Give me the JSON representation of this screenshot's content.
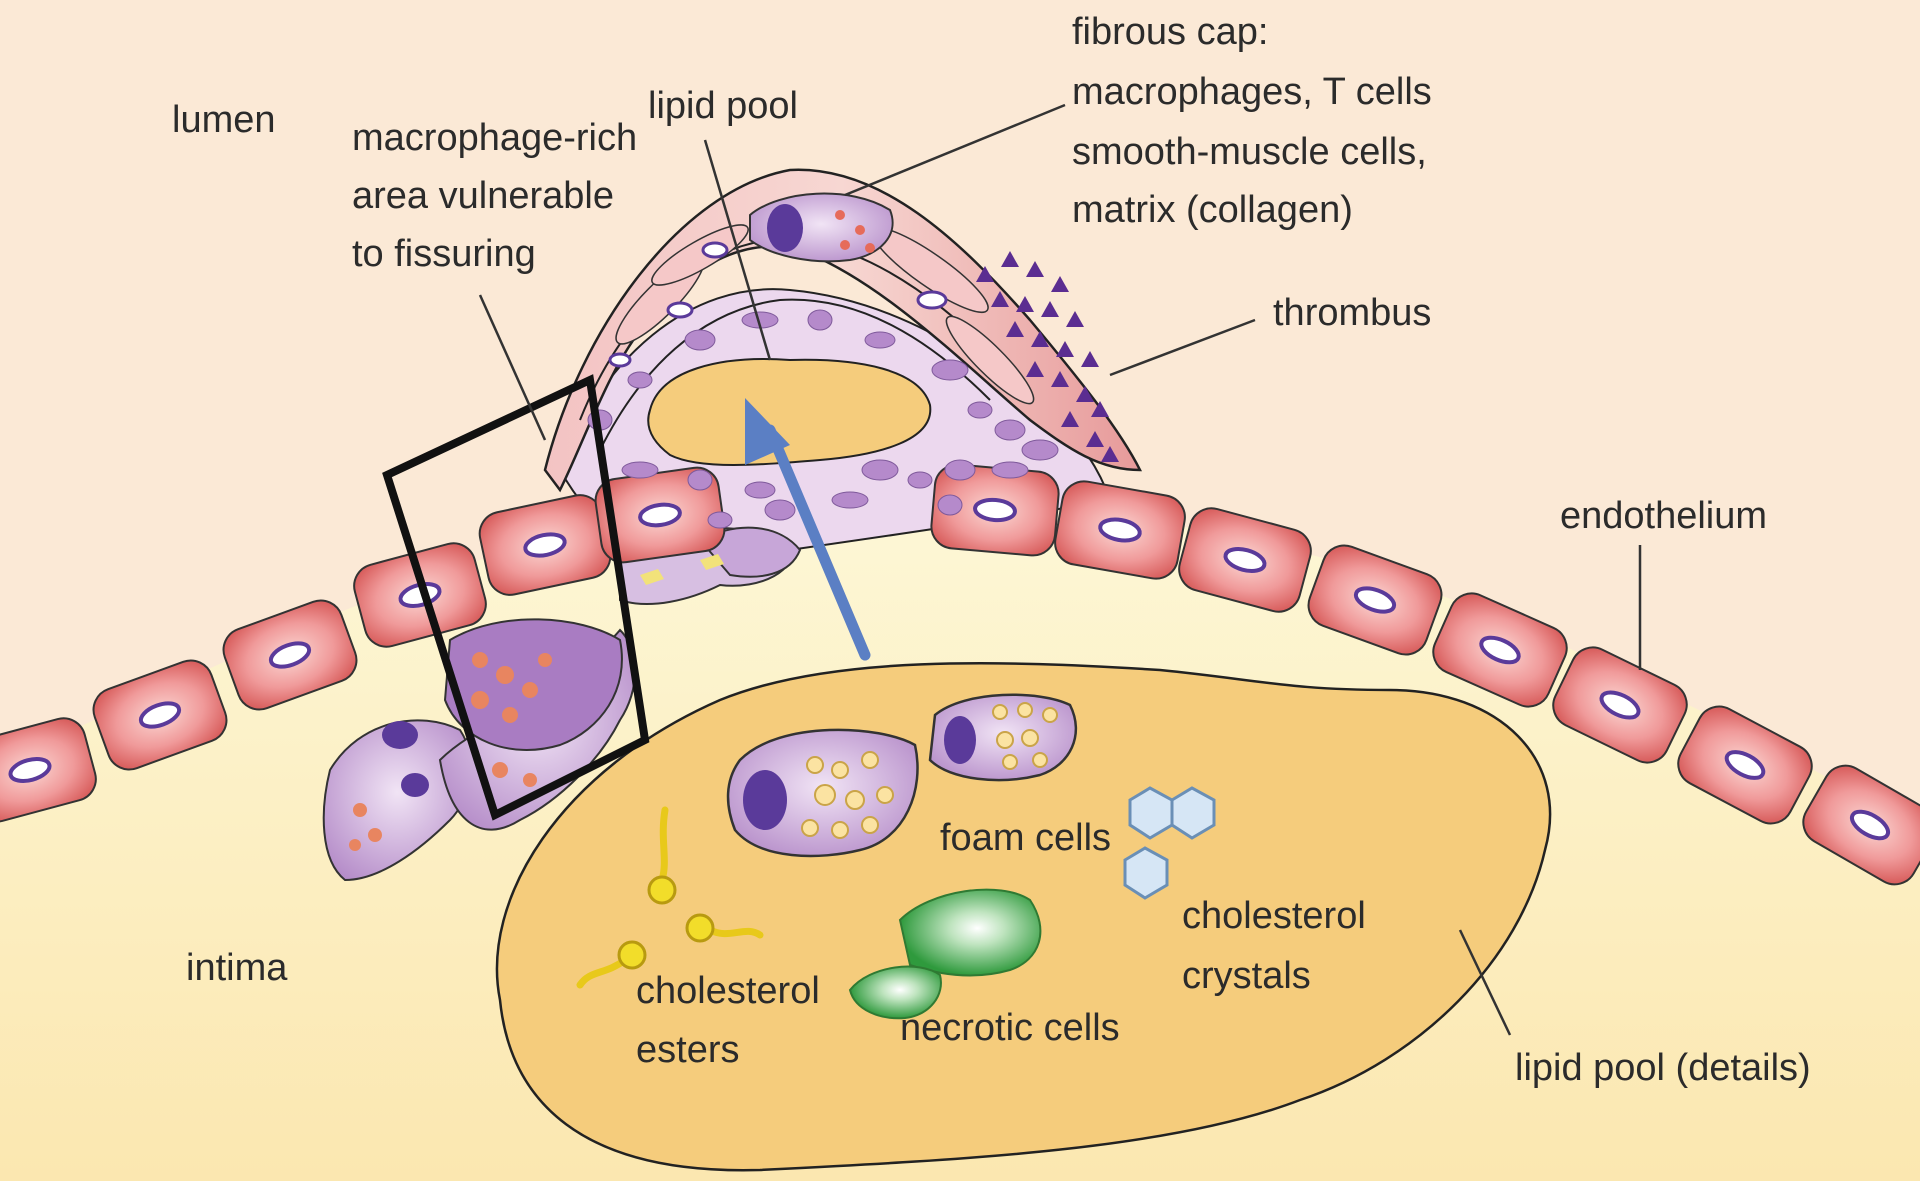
{
  "labels": {
    "lumen": "lumen",
    "macrophage_rich": [
      "macrophage-rich",
      "area vulnerable",
      "to fissuring"
    ],
    "lipid_pool": "lipid pool",
    "fibrous_cap": [
      "fibrous cap:",
      "macrophages, T cells",
      "smooth-muscle cells,",
      "matrix (collagen)"
    ],
    "thrombus": "thrombus",
    "endothelium": "endothelium",
    "foam_cells": "foam cells",
    "cholesterol_crystals": [
      "cholesterol",
      "crystals"
    ],
    "cholesterol_esters": [
      "cholesterol",
      "esters"
    ],
    "necrotic_cells": "necrotic cells",
    "intima": "intima",
    "lipid_pool_details": "lipid pool (details)"
  },
  "colors": {
    "lumen": "#fbe9d6",
    "intima": "#fdf3c4",
    "endothelial_cell": "#e87e82",
    "lipid": "#f5cc7c",
    "macrophage": "#c9a3d6",
    "nucleus": "#5a3a9a",
    "thrombus": "#5b2d91",
    "arrow": "#5b7fc4",
    "necrotic": "#3aa043",
    "crystal": "#c9dcf0"
  }
}
